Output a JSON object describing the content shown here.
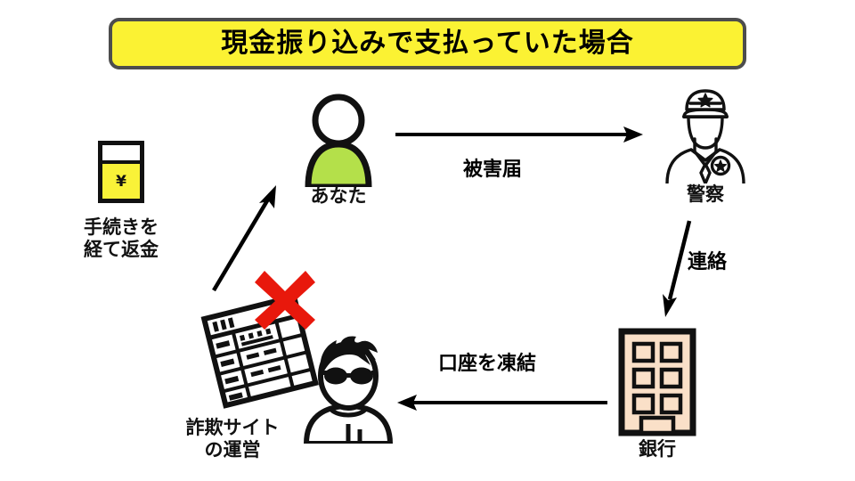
{
  "title": {
    "text": "現金振り込みで支払っていた場合",
    "fill_color": "#FBF233",
    "border_color": "#4D4D4D"
  },
  "nodes": {
    "money": {
      "icon_name": "money-bill-yen-icon",
      "currency_symbol": "¥",
      "caption": "手続きを\n経て返金",
      "color": "#F9F238"
    },
    "you": {
      "icon_name": "person-icon",
      "caption": "あなた",
      "body_color": "#B4E04A"
    },
    "police": {
      "icon_name": "police-officer-icon",
      "caption": "警察"
    },
    "bank": {
      "icon_name": "bank-building-icon",
      "caption": "銀行",
      "building_color": "#FAE0C8"
    },
    "scammer": {
      "icon_name": "scammer-person-icon",
      "caption": "詐欺サイト\nの運営"
    },
    "fraud_site": {
      "icon_name": "webpage-document-icon",
      "overlay_icon_name": "red-x-icon",
      "overlay_color": "#E8180C"
    }
  },
  "arrows": {
    "report": {
      "label": "被害届",
      "direction": "right"
    },
    "contact": {
      "label": "連絡",
      "direction": "down"
    },
    "freeze": {
      "label": "口座を凍結",
      "direction": "left"
    },
    "refund": {
      "label": "",
      "direction": "up-right"
    }
  }
}
